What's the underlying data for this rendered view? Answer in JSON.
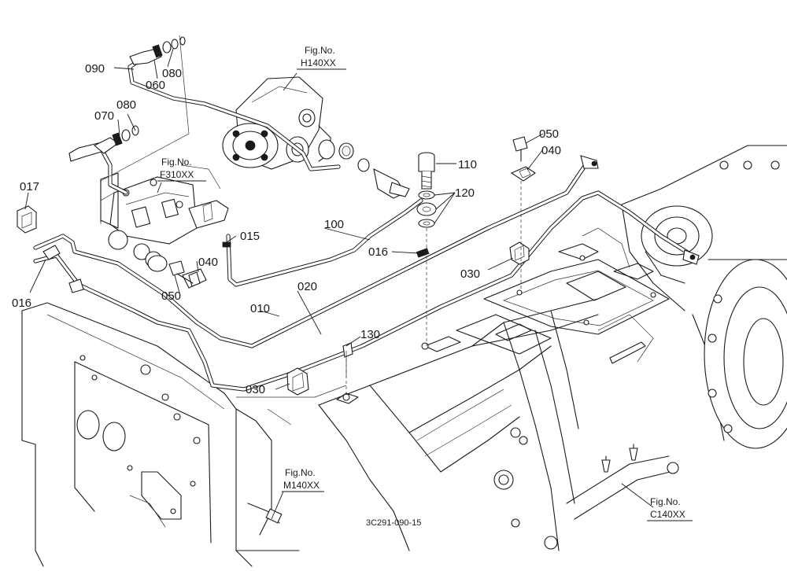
{
  "diagram": {
    "drawing_code": "3C291-090-15",
    "part_labels": [
      {
        "id": "p090",
        "text": "090"
      },
      {
        "id": "p060",
        "text": "060"
      },
      {
        "id": "p080a",
        "text": "080"
      },
      {
        "id": "p080b",
        "text": "080"
      },
      {
        "id": "p070",
        "text": "070"
      },
      {
        "id": "p017",
        "text": "017"
      },
      {
        "id": "p016a",
        "text": "016"
      },
      {
        "id": "p015",
        "text": "015"
      },
      {
        "id": "p040a",
        "text": "040"
      },
      {
        "id": "p050a",
        "text": "050"
      },
      {
        "id": "p100",
        "text": "100"
      },
      {
        "id": "p016b",
        "text": "016"
      },
      {
        "id": "p010",
        "text": "010"
      },
      {
        "id": "p020",
        "text": "020"
      },
      {
        "id": "p030a",
        "text": "030"
      },
      {
        "id": "p130",
        "text": "130"
      },
      {
        "id": "p110",
        "text": "110"
      },
      {
        "id": "p120",
        "text": "120"
      },
      {
        "id": "p050b",
        "text": "050"
      },
      {
        "id": "p040b",
        "text": "040"
      },
      {
        "id": "p030b",
        "text": "030"
      }
    ],
    "figure_refs": [
      {
        "id": "h140",
        "label": "Fig.No.",
        "code": "H140XX"
      },
      {
        "id": "f310",
        "label": "Fig.No.",
        "code": "F310XX"
      },
      {
        "id": "m140",
        "label": "Fig.No.",
        "code": "M140XX"
      },
      {
        "id": "c140",
        "label": "Fig.No.",
        "code": "C140XX"
      }
    ]
  }
}
